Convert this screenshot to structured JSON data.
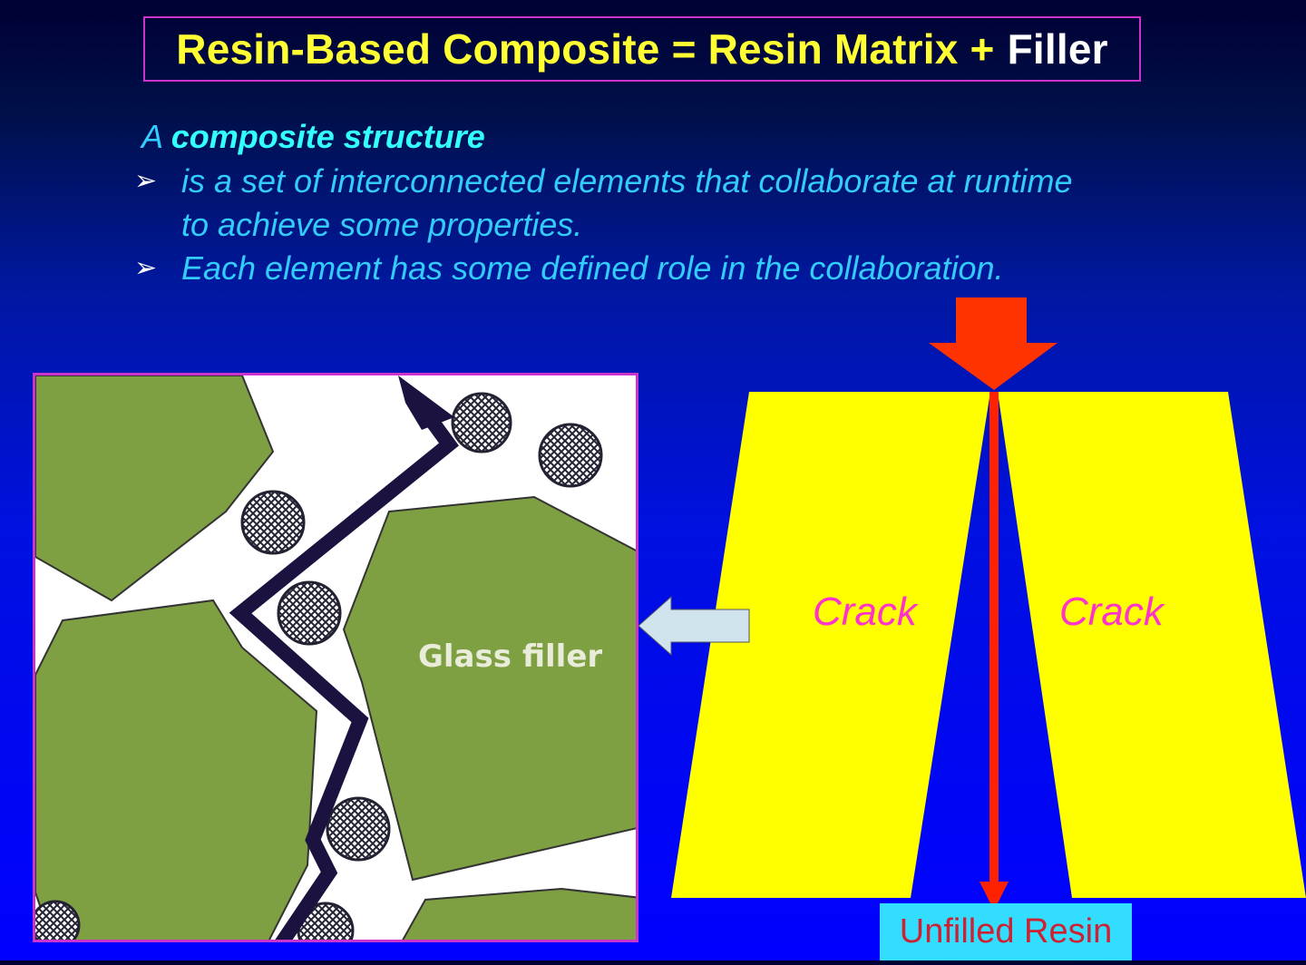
{
  "slide": {
    "title_yellow": "Resin-Based Composite = Resin Matrix +",
    "title_white": "Filler",
    "heading_prefix": "A",
    "heading_strong": "composite structure",
    "bullets": [
      {
        "marker": "➢",
        "text_line1": "is a set of interconnected elements that collaborate at runtime",
        "text_line2": "to achieve some properties."
      },
      {
        "marker": "➢",
        "text_line1": "Each element has some defined role in the collaboration."
      }
    ]
  },
  "figure": {
    "micro_label": "Glass filler",
    "crack_left": "Crack",
    "crack_right": "Crack",
    "bottom_label": "Unfilled Resin"
  },
  "colors": {
    "title_border": "#cc33cc",
    "title_yellow": "#ffff33",
    "text_cyan": "#33ccff",
    "filler_green": "#7ea043",
    "block_yellow": "#ffff00",
    "arrow_red": "#ff3300",
    "crack_line_red": "#ff2200",
    "crack_label_pink": "#ff33cc",
    "label_bg": "#33ddff",
    "label_text": "#cc2233",
    "pointer_arrow": "#cfe4ec"
  }
}
